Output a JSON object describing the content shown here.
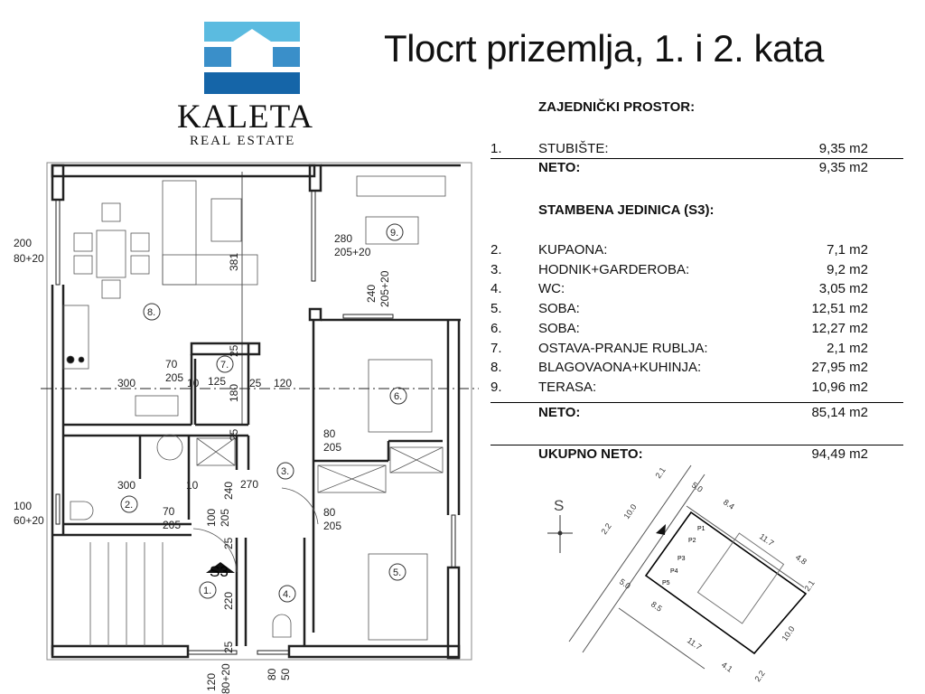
{
  "header": {
    "title": "Tlocrt prizemlja, 1. i 2. kata"
  },
  "logo": {
    "name": "KALETA",
    "subtitle": "REAL ESTATE",
    "colors": [
      "#5bbbe0",
      "#3a8fc9",
      "#1565a8"
    ]
  },
  "table": {
    "common_heading": "ZAJEDNIČKI PROSTOR:",
    "common_rows": [
      {
        "num": "1.",
        "label": "STUBIŠTE:",
        "value": "9,35 m2"
      }
    ],
    "common_net": {
      "label": "NETO:",
      "value": "9,35 m2"
    },
    "unit_heading": "STAMBENA JEDINICA (S3):",
    "unit_rows": [
      {
        "num": "2.",
        "label": "KUPAONA:",
        "value": "7,1 m2"
      },
      {
        "num": "3.",
        "label": "HODNIK+GARDEROBA:",
        "value": "9,2 m2"
      },
      {
        "num": "4.",
        "label": "WC:",
        "value": "3,05 m2"
      },
      {
        "num": "5.",
        "label": "SOBA:",
        "value": "12,51 m2"
      },
      {
        "num": "6.",
        "label": "SOBA:",
        "value": "12,27 m2"
      },
      {
        "num": "7.",
        "label": "OSTAVA-PRANJE RUBLJA:",
        "value": "2,1 m2"
      },
      {
        "num": "8.",
        "label": "BLAGOVAONA+KUHINJA:",
        "value": "27,95 m2"
      },
      {
        "num": "9.",
        "label": "TERASA:",
        "value": "10,96 m2"
      }
    ],
    "unit_net": {
      "label": "NETO:",
      "value": "85,14 m2"
    },
    "total": {
      "label": "UKUPNO NETO:",
      "value": "94,49 m2"
    }
  },
  "plan": {
    "rooms": [
      "1.",
      "2.",
      "3.",
      "4.",
      "5.",
      "6.",
      "7.",
      "8.",
      "9."
    ],
    "unit_label": "S3",
    "dims": [
      "200",
      "80+20",
      "381",
      "70",
      "205",
      "300",
      "10",
      "125",
      "180",
      "25",
      "120",
      "25",
      "280",
      "205+20",
      "240",
      "205+20",
      "80",
      "205",
      "300",
      "10",
      "240",
      "270",
      "100",
      "60+20",
      "70",
      "205",
      "100",
      "205",
      "80",
      "205",
      "25",
      "220",
      "25",
      "120",
      "80+20",
      "80",
      "50",
      "25"
    ]
  },
  "site": {
    "north": "S",
    "parcels": [
      "P1",
      "P2",
      "P3",
      "P4",
      "P5"
    ],
    "dims": [
      "5.0",
      "2.1",
      "10.0",
      "2.2",
      "8.4",
      "11.7",
      "4.8",
      "5.0",
      "8.5",
      "11.7",
      "4.1",
      "2.1",
      "10.0",
      "2.2"
    ]
  }
}
